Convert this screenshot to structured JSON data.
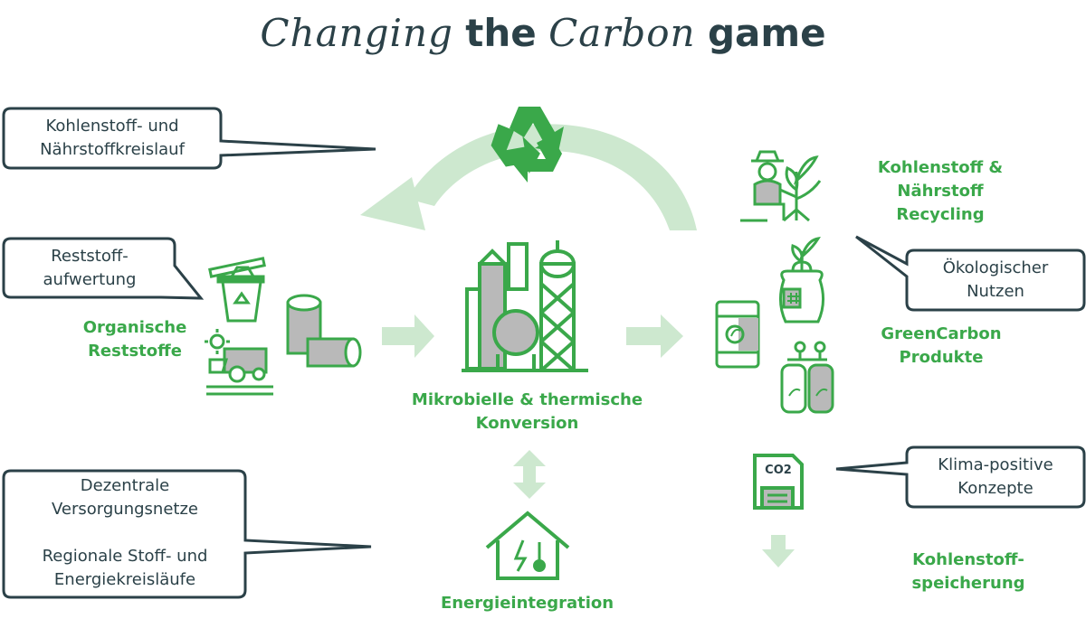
{
  "title": {
    "part1": "Changing",
    "part2": "the",
    "part3": "Carbon",
    "part4": "game"
  },
  "bubbles": {
    "cycle": [
      "Kohlenstoff- und",
      "Nährstoffkreislauf"
    ],
    "upgrade": [
      "Reststoff-",
      "aufwertung"
    ],
    "ecological": [
      "Ökologischer",
      "Nutzen"
    ],
    "climate": [
      "Klima-positive",
      "Konzepte"
    ],
    "networks": [
      "Dezentrale",
      "Versorgungsnetze",
      "Regionale Stoff- und",
      "Energiekreisläufe"
    ]
  },
  "labels": {
    "organic": [
      "Organische",
      "Reststoffe"
    ],
    "conversion": [
      "Mikrobielle & thermische",
      "Konversion"
    ],
    "energy": "Energieintegration",
    "recycling": [
      "Kohlenstoff &",
      "Nährstoff",
      "Recycling"
    ],
    "products": [
      "GreenCarbon",
      "Produkte"
    ],
    "storage": [
      "Kohlenstoff-",
      "speicherung"
    ],
    "co2": "CO2"
  },
  "colors": {
    "green": "#3aa84a",
    "light_green": "#cde8cf",
    "dark_text": "#2b4148",
    "icon_gray": "#b9b9b9"
  }
}
